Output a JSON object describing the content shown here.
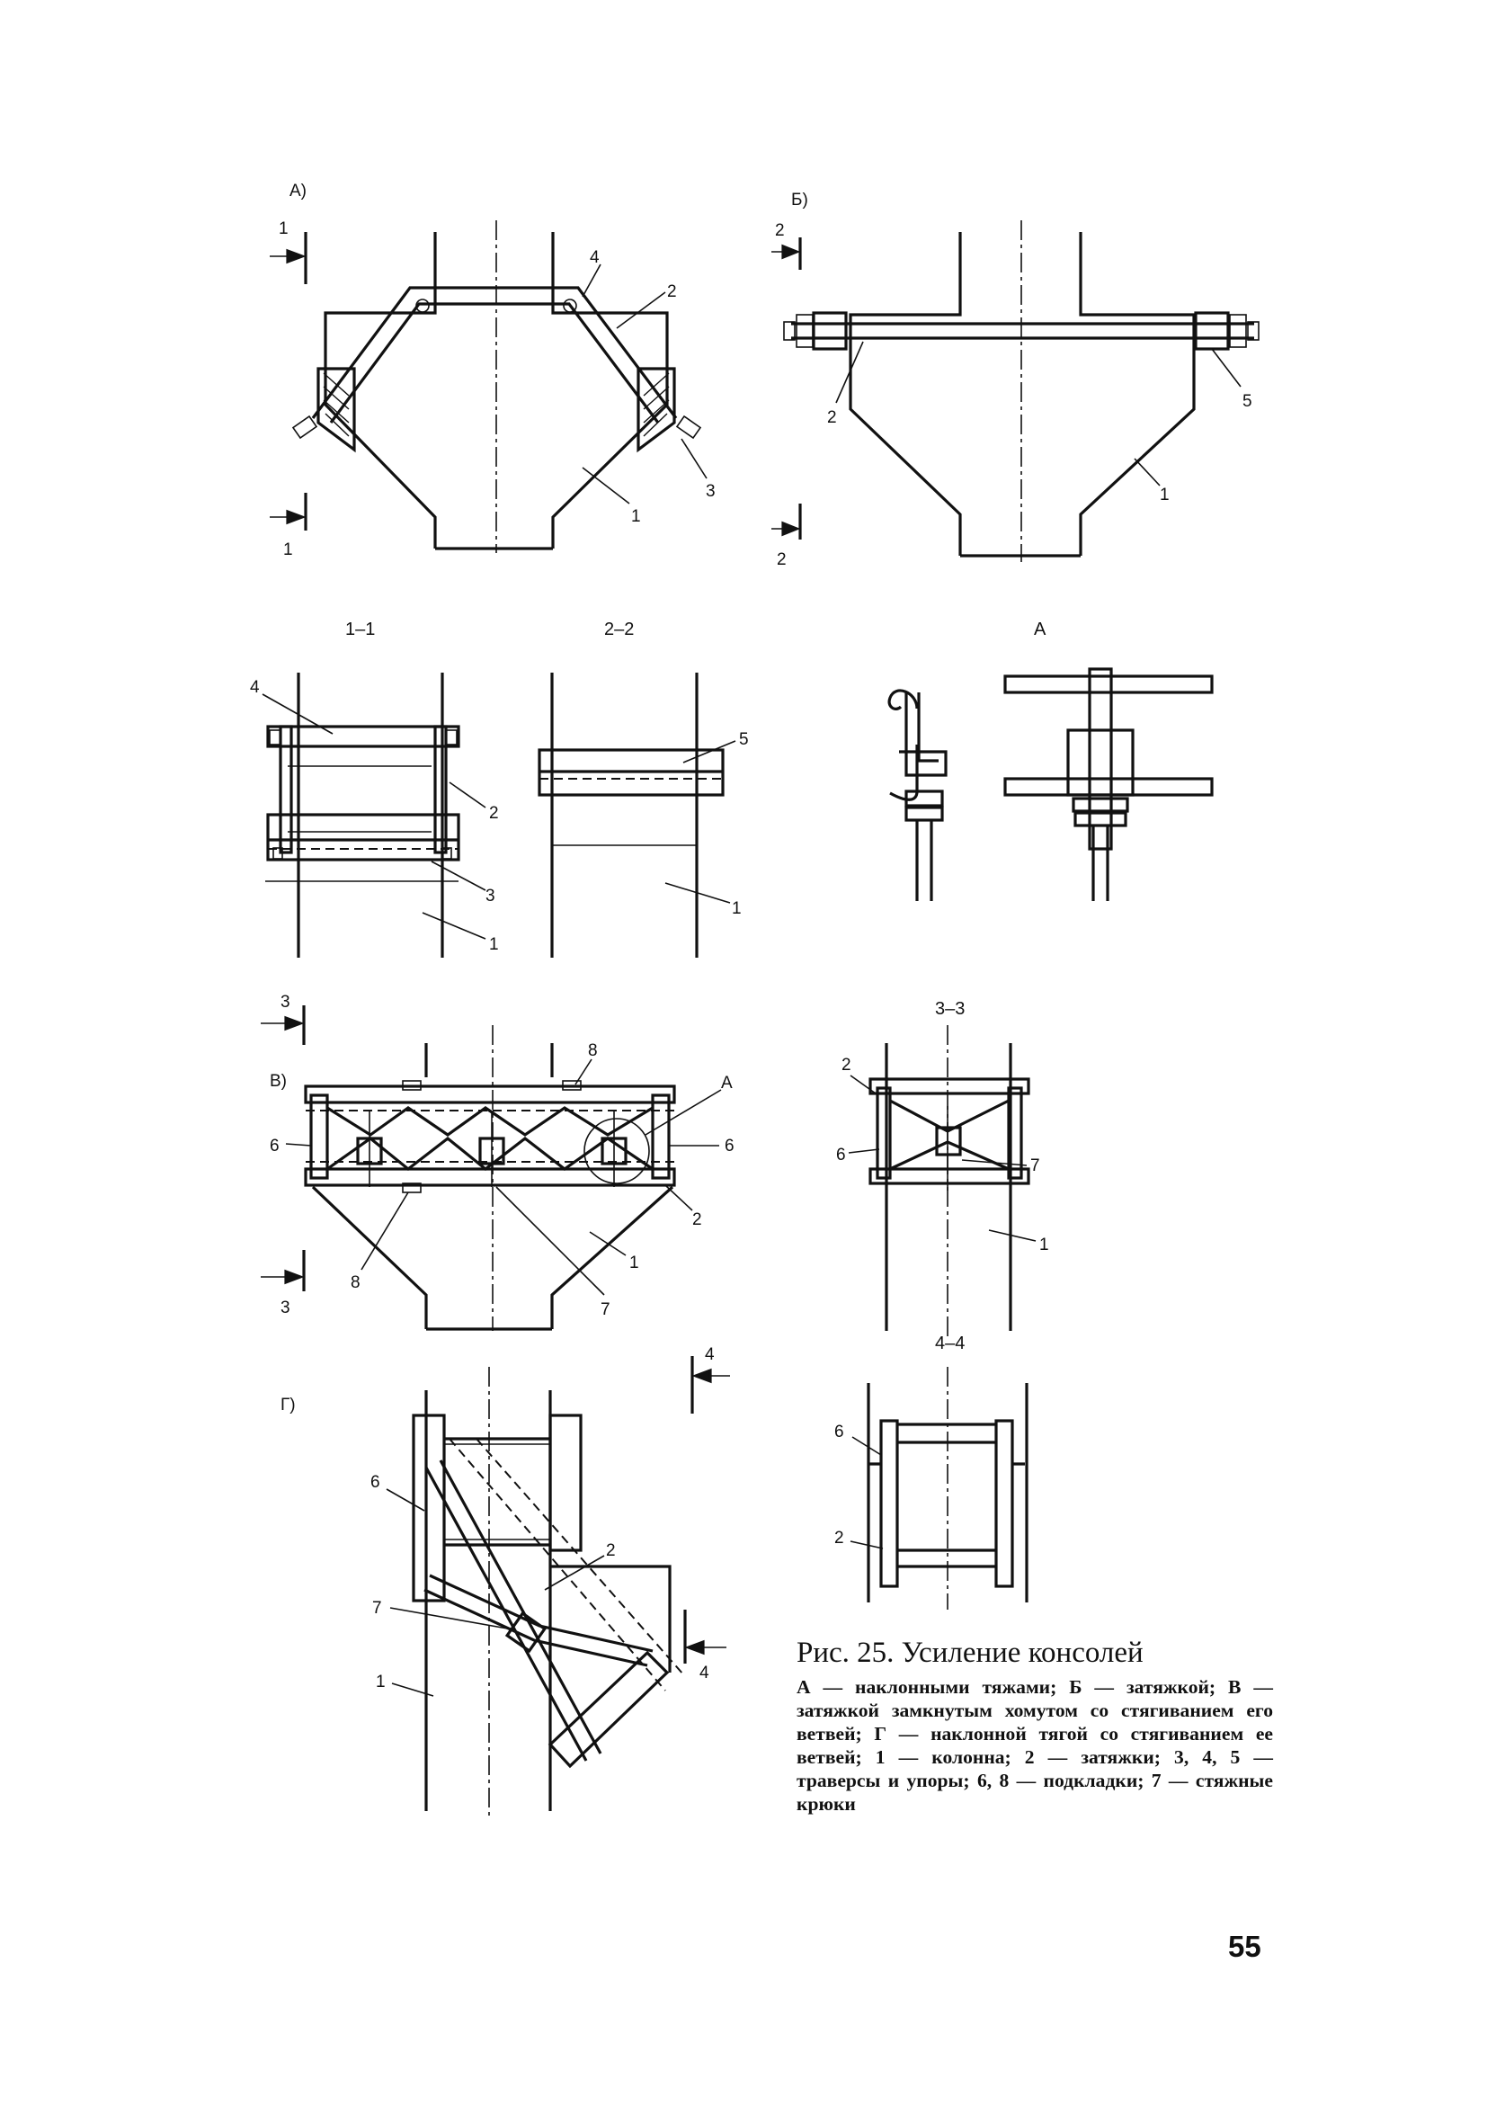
{
  "figure": {
    "view_a_label": "А)",
    "view_b_label": "Б)",
    "view_v_label": "В)",
    "view_g_label": "Г)",
    "section_1_1": "1–1",
    "section_2_2": "2–2",
    "section_3_3": "3–3",
    "section_4_4": "4–4",
    "detail_a": "А",
    "callouts": [
      "1",
      "2",
      "3",
      "4",
      "5",
      "6",
      "7",
      "8"
    ]
  },
  "caption": {
    "title": "Рис. 25. Усиление консолей",
    "body": "А — наклонными тяжами; Б — затяжкой; В — затяжкой замкнутым хомутом со стягиванием его ветвей; Г — наклонной тягой со стягиванием ее ветвей; 1 — колонна; 2 — затяжки; 3, 4, 5 — траверсы и упоры; 6, 8 — подкладки; 7 — стяжные крюки"
  },
  "page_number": "55"
}
